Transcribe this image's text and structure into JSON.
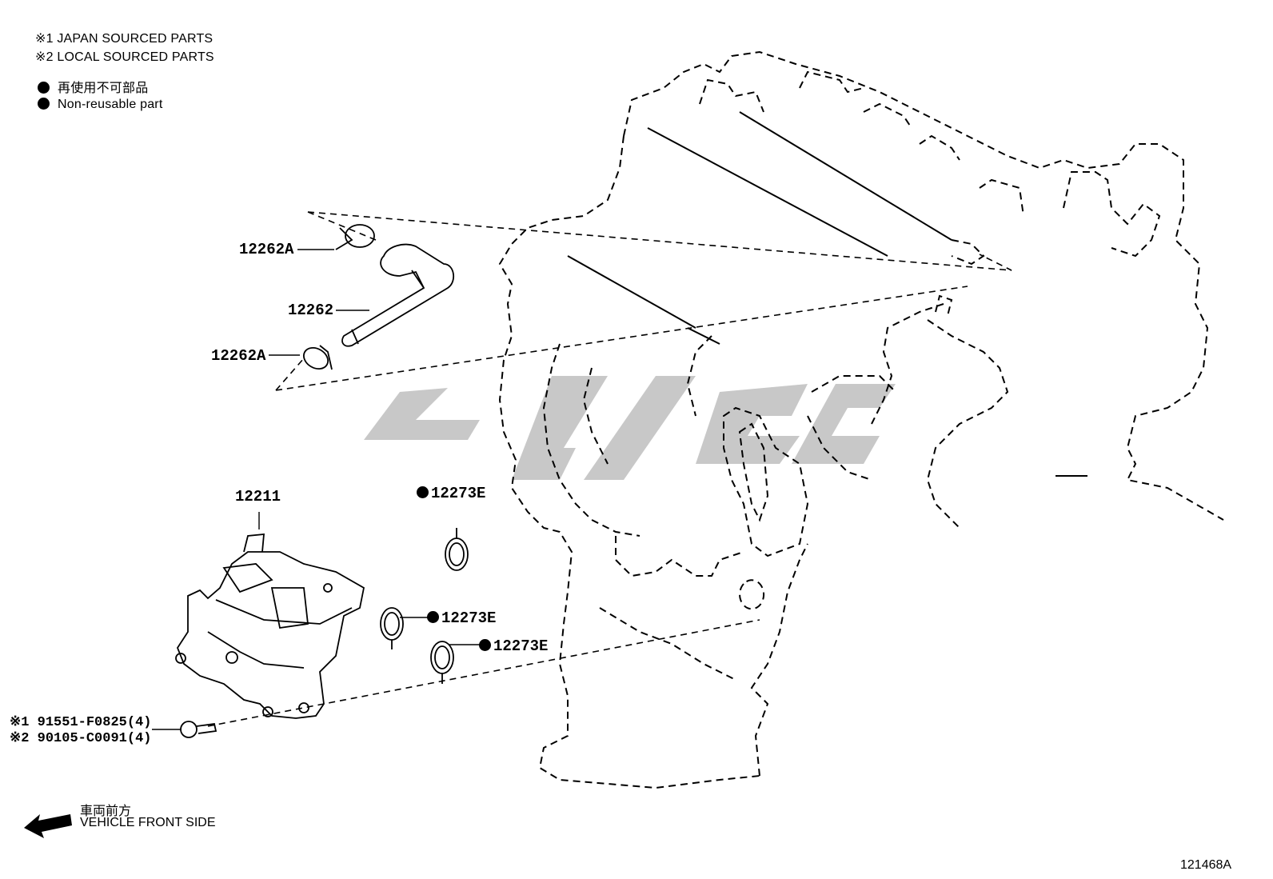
{
  "legend": {
    "note1": "※1 JAPAN SOURCED PARTS",
    "note2": "※2 LOCAL SOURCED PARTS",
    "nonreusable_jp": "再使用不可部品",
    "nonreusable_en": "Non-reusable part"
  },
  "callouts": {
    "clip_upper": "12262A",
    "hose": "12262",
    "clip_lower": "12262A",
    "separator": "12211",
    "gasket_1": "12273E",
    "gasket_2": "12273E",
    "gasket_3": "12273E",
    "bolt_1": "※1 91551-F0825(4)",
    "bolt_2": "※2 90105-C0091(4)"
  },
  "front": {
    "jp": "車両前方",
    "en": "VEHICLE FRONT SIDE"
  },
  "figure_id": "121468A",
  "watermark_color": "#c8c8c8"
}
